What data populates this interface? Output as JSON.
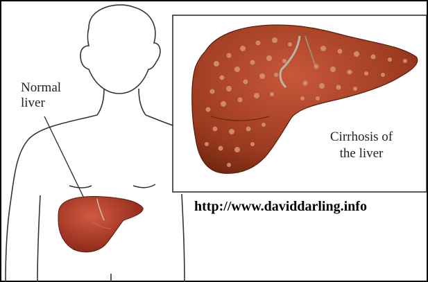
{
  "labels": {
    "normal_line1": "Normal",
    "normal_line2": "liver",
    "cirrhosis_line1": "Cirrhosis of",
    "cirrhosis_line2": "the liver"
  },
  "source_url": "http://www.daviddarling.info",
  "colors": {
    "liver_normal": "#a83a26",
    "liver_cirrhotic": "#9c3a1e",
    "nodule": "#d08a6a",
    "outline": "#333333",
    "frame": "#000000"
  }
}
